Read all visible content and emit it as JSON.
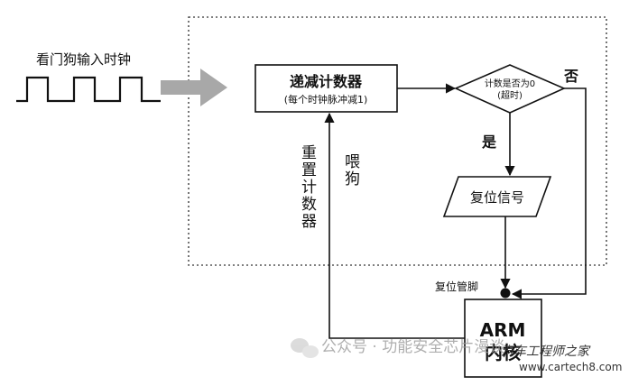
{
  "diagram": {
    "clock_input_label": "看门狗输入时钟",
    "counter": {
      "title": "递减计数器",
      "subtitle": "(每个时钟脉冲减1)"
    },
    "decision": {
      "line1": "计数是否为0",
      "line2": "(超时)"
    },
    "yes_label": "是",
    "no_label": "否",
    "reset_signal": "复位信号",
    "reset_pin": "复位管脚",
    "arm_core": "ARM\n内核",
    "reset_counter": "重置计数器",
    "feed_dog": "喂狗"
  },
  "watermark": {
    "left": "公众号 · 功能安全芯片漫谈",
    "right_top": "汽车工程师之家",
    "right_bottom": "www.cartech8.com"
  }
}
